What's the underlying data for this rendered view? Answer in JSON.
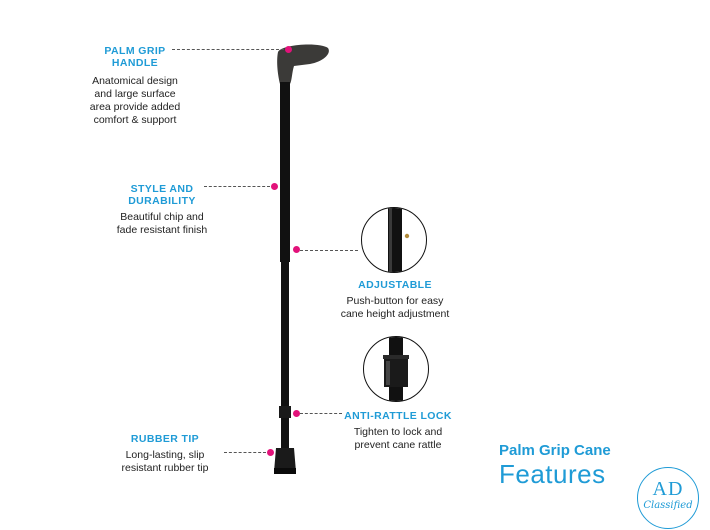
{
  "callouts": {
    "palm_grip": {
      "title_line1": "PALM GRIP",
      "title_line2": "HANDLE",
      "desc_line1": "Anatomical design",
      "desc_line2": "and large surface",
      "desc_line3": "area provide added",
      "desc_line4": "comfort & support"
    },
    "style": {
      "title_line1": "STYLE AND",
      "title_line2": "DURABILITY",
      "desc_line1": "Beautiful chip and",
      "desc_line2": "fade resistant finish"
    },
    "rubber_tip": {
      "title": "RUBBER TIP",
      "desc_line1": "Long-lasting, slip",
      "desc_line2": "resistant rubber tip"
    },
    "adjustable": {
      "title": "ADJUSTABLE",
      "desc_line1": "Push-button for easy",
      "desc_line2": "cane height adjustment"
    },
    "anti_rattle": {
      "title": "ANTI-RATTLE LOCK",
      "desc_line1": "Tighten to lock and",
      "desc_line2": "prevent cane rattle"
    }
  },
  "headline": {
    "line1": "Palm Grip Cane",
    "line2": "Features"
  },
  "logo": {
    "letters": "AD",
    "word": "Classified"
  },
  "colors": {
    "accent": "#1f9bd6",
    "marker": "#e2127a",
    "cane": "#111111",
    "handle": "#3b3a38"
  }
}
